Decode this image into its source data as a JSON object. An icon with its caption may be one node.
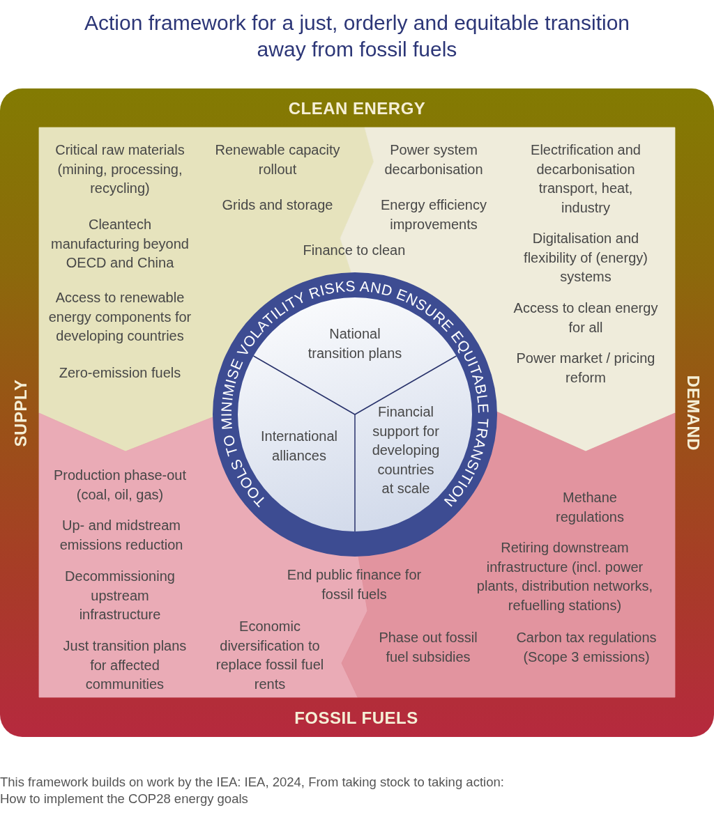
{
  "diagram": {
    "title": "Action framework for a just, orderly and equitable transition away from fossil fuels",
    "caption": "This framework builds on work by the IEA: IEA, 2024, From taking stock to taking action: How to implement the COP28 energy goals",
    "nodes": [
      {
        "text": [
          "CLEAN ENERGY",
          "SUPPLY",
          "DEMAND",
          "FOSSIL FUELS"
        ]
      },
      {
        "text": [
          "Critical raw materials (mining, processing, recycling)",
          "Cleantech manufacturing beyond OECD and China",
          "Access to renewable energy components for developing countries",
          "Zero-emission fuels",
          "Renewable capacity rollout",
          "Grids and storage"
        ],
        "in": 0
      },
      {
        "text": [
          "Power system decarbonisation",
          "Energy efficiency improvements",
          "Finance to clean",
          "Electrification and decarbonisation transport, heat, industry",
          "Digitalisation and flexibility of (energy) systems",
          "Access to clean energy for all",
          "Power market / pricing reform"
        ],
        "in": 0
      },
      {
        "text": [
          "TOOLS TO MINIMISE VOLATILITY RISKS AND ENSURE EQUITABLE TRANSITION",
          "National transition plans",
          "International alliances",
          "Financial support for developing countries at scale"
        ],
        "in": 0
      },
      {
        "text": [
          "Production phase-out (coal, oil, gas)",
          "Up- and midstream emissions reduction",
          "Decommissioning upstream infrastructure",
          "Just transition plans for affected communities",
          "End public finance for fossil fuels",
          "Economic diversification to replace fossil fuel rents"
        ],
        "in": 0
      },
      {
        "text": [
          "Methane regulations",
          "Retiring downstream infrastructure (incl. power plants, distribution networks, refuelling stations)",
          "Phase out fossil fuel subsidies",
          "Carbon tax regulations (Scope 3 emissions)"
        ],
        "in": 0
      }
    ]
  }
}
